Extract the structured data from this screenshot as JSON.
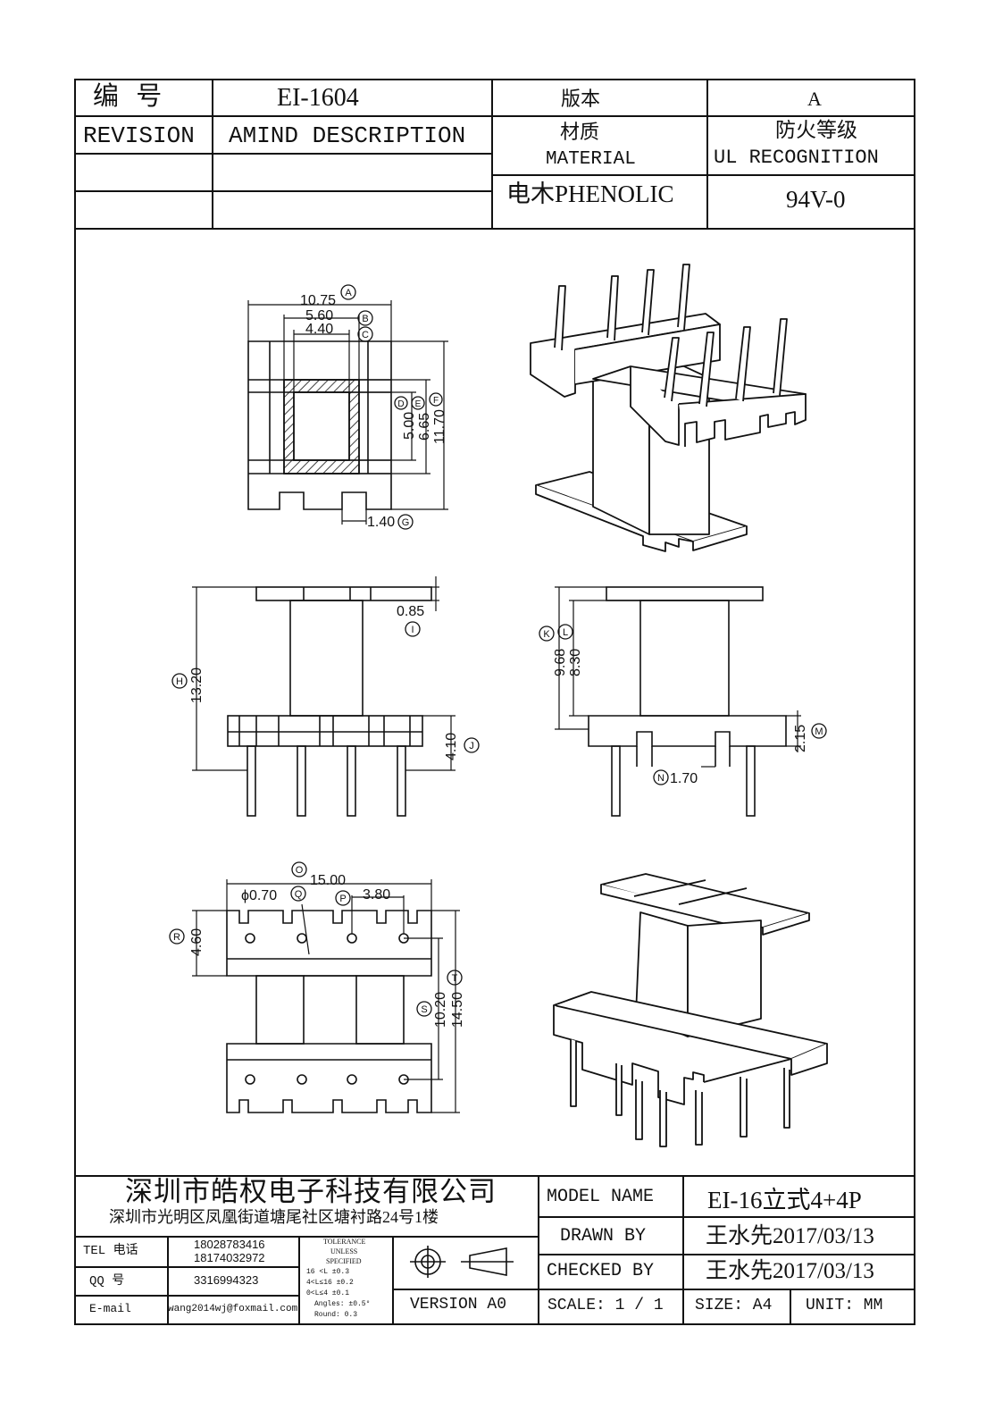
{
  "header": {
    "number_label": "编  号",
    "number_value": "EI-1604",
    "version_label": "版本",
    "version_value": "A",
    "revision_label": "REVISION",
    "amend_label": "AMIND DESCRIPTION",
    "material_label_cn": "材质",
    "material_label_en": "MATERIAL",
    "ul_label_cn": "防火等级",
    "ul_label_en": "UL RECOGNITION",
    "material_value": "电木PHENOLIC",
    "ul_value": "94V-0"
  },
  "dimensions": {
    "a": "10.75",
    "b": "5.60",
    "c": "4.40",
    "d": "5.00",
    "e": "6.65",
    "f": "11.70",
    "g": "1.40",
    "h": "13.20",
    "i": "0.85",
    "j": "4.10",
    "k": "9.68",
    "l": "8.30",
    "m": "2.15",
    "n": "1.70",
    "o": "15.00",
    "q": "ϕ0.70",
    "p": "3.80",
    "r": "4.60",
    "s": "10.20",
    "t": "14.50"
  },
  "markers": {
    "a": "A",
    "b": "B",
    "c": "C",
    "d": "D",
    "e": "E",
    "f": "F",
    "g": "G",
    "h": "H",
    "i": "I",
    "j": "J",
    "k": "K",
    "l": "L",
    "m": "M",
    "n": "N",
    "o": "O",
    "q": "Q",
    "p": "P",
    "r": "R",
    "s": "S",
    "t": "T"
  },
  "footer": {
    "company_name": "深圳市皓权电子科技有限公司",
    "company_address": "深圳市光明区凤凰街道塘尾社区塘衬路24号1楼",
    "tel_label": "TEL 电话",
    "tel_1": "18028783416",
    "tel_2": "18174032972",
    "qq_label": "QQ  号",
    "qq_value": "3316994323",
    "email_label": "E-mail",
    "email_value": "wang2014wj@foxmail.com",
    "tolerance_title_1": "TOLERANCE",
    "tolerance_title_2": "UNLESS",
    "tolerance_title_3": "SPECIFIED",
    "tol_row1": "16 <L        ±0.3",
    "tol_row2": "4<L≤16      ±0.2",
    "tol_row3": "0<L≤4        ±0.1",
    "tol_row4": "Angles: ±0.5°",
    "tol_row5": "Round: 0.3",
    "version": "VERSION A0",
    "model_label": "MODEL NAME",
    "model_value": "EI-16立式4+4P",
    "drawn_label": "DRAWN BY",
    "drawn_value": "王水先2017/03/13",
    "checked_label": "CHECKED BY",
    "checked_value": "王水先2017/03/13",
    "scale_label": "SCALE:  1 / 1",
    "size_label": "SIZE: A4",
    "unit_label": "UNIT: MM"
  }
}
